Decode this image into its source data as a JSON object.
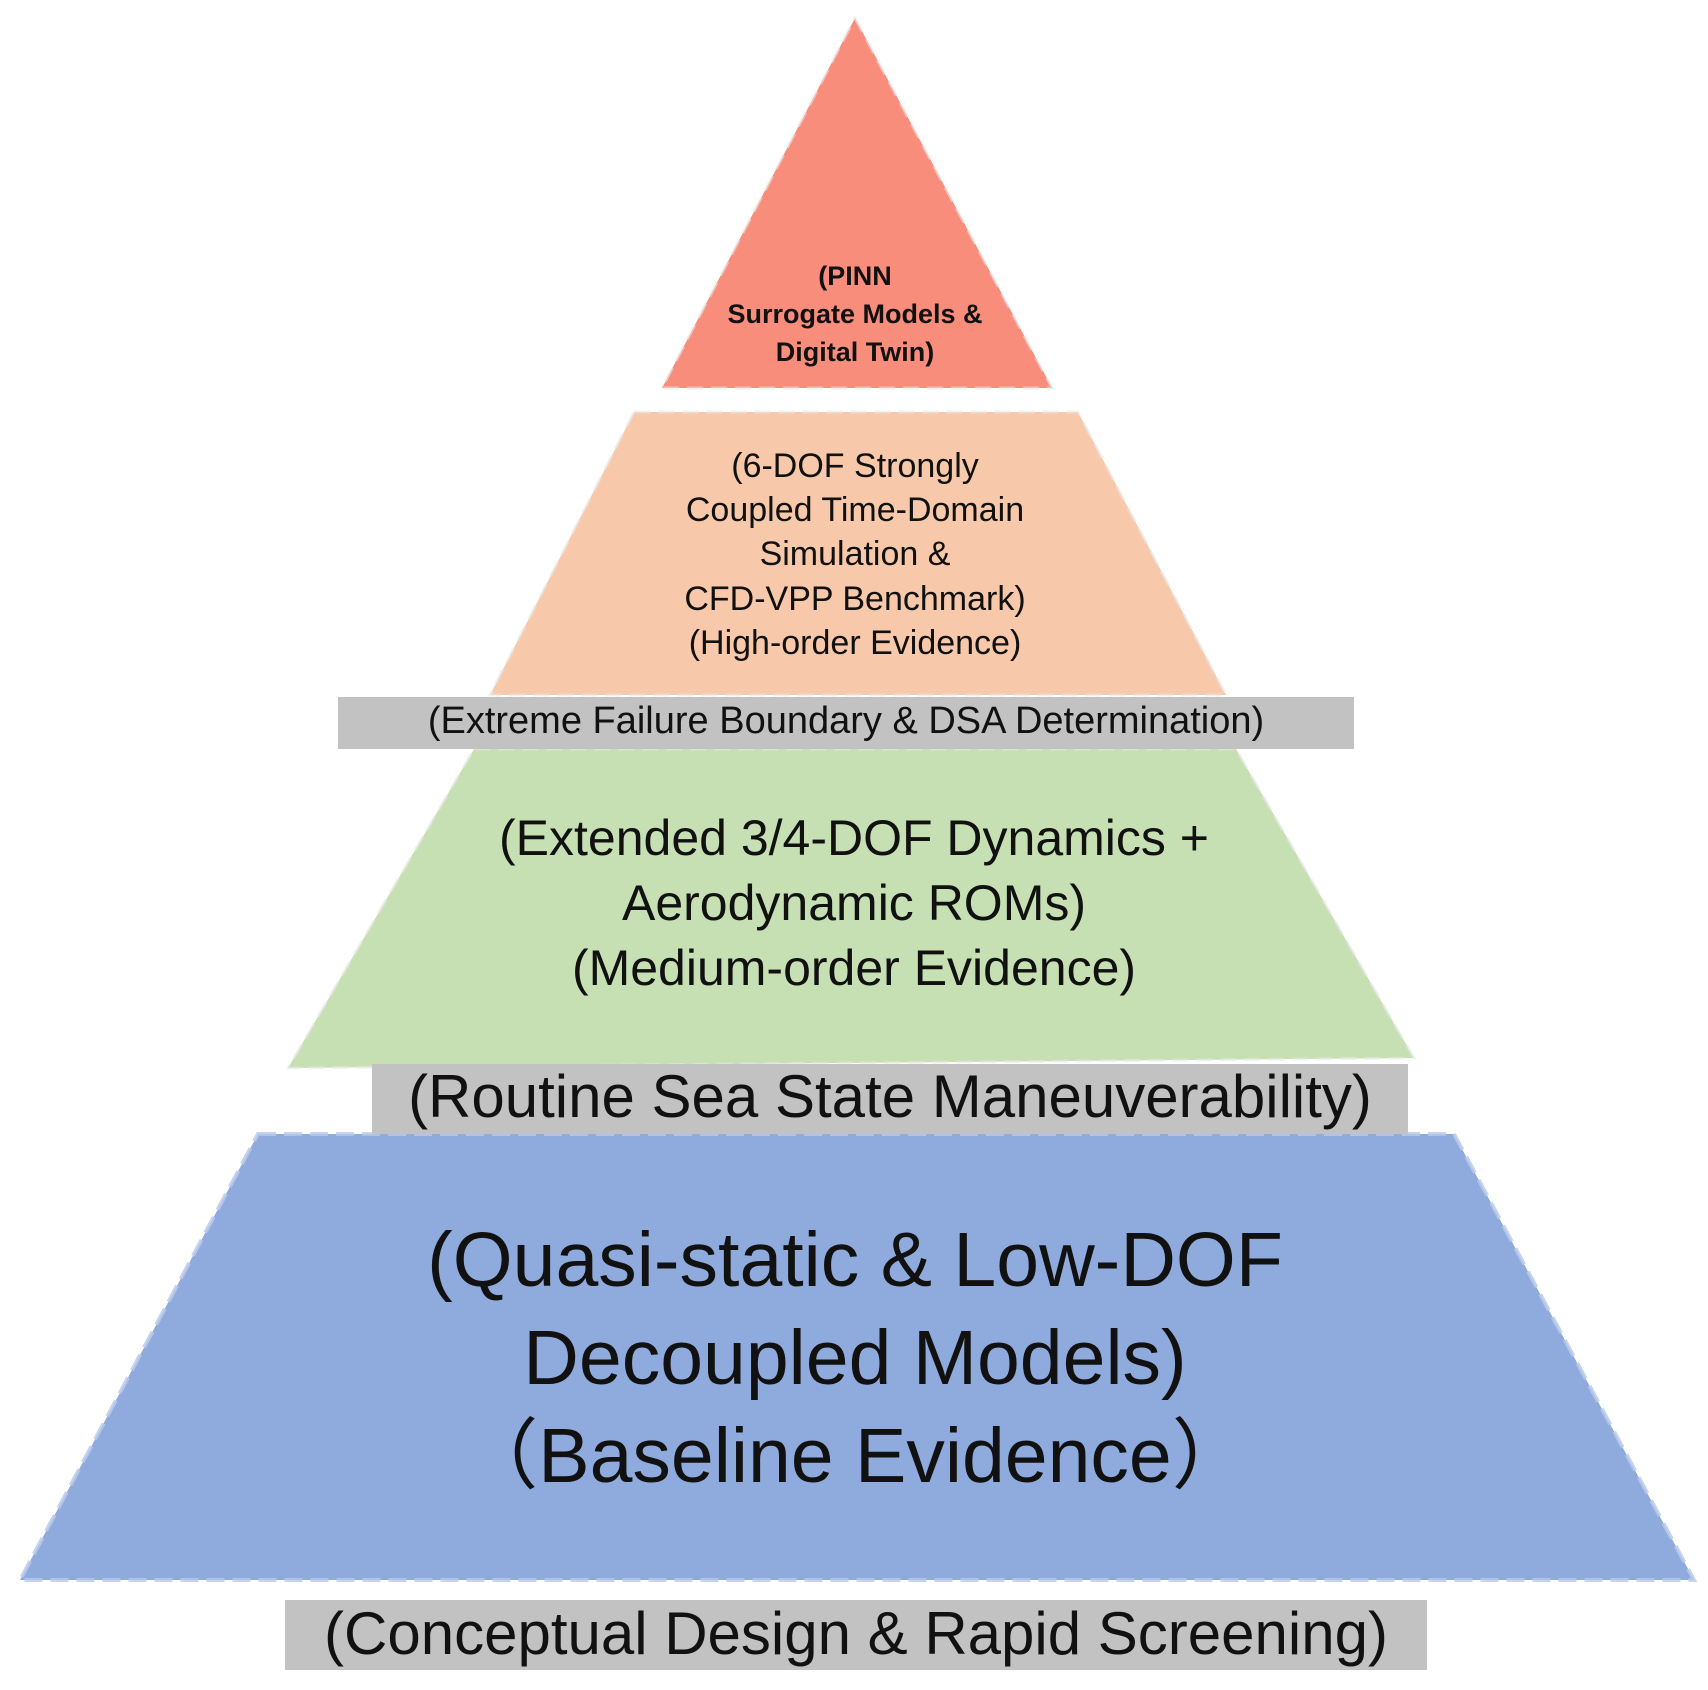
{
  "colors": {
    "tier1": "#f98d7c",
    "tier2": "#f7c9aa",
    "tier3": "#c6e0b4",
    "tier4": "#8faadc",
    "band": "#c2c2c2",
    "text": "#111111"
  },
  "tiers": [
    {
      "lines": [
        "(PINN",
        "Surrogate Models &",
        "Digital Twin)"
      ]
    },
    {
      "lines": [
        "(6-DOF Strongly",
        "Coupled Time-Domain",
        "Simulation &",
        "CFD-VPP Benchmark)",
        "(High-order Evidence)"
      ]
    },
    {
      "lines": [
        "(Extended 3/4-DOF Dynamics +",
        "Aerodynamic ROMs)",
        "(Medium-order Evidence)"
      ]
    },
    {
      "lines": [
        "(Quasi-static & Low-DOF",
        "Decoupled Models)",
        "（Baseline Evidence）"
      ]
    }
  ],
  "bands": [
    "(Extreme Failure Boundary & DSA Determination)",
    "(Routine Sea State Maneuverability)",
    "(Conceptual Design & Rapid Screening)"
  ]
}
